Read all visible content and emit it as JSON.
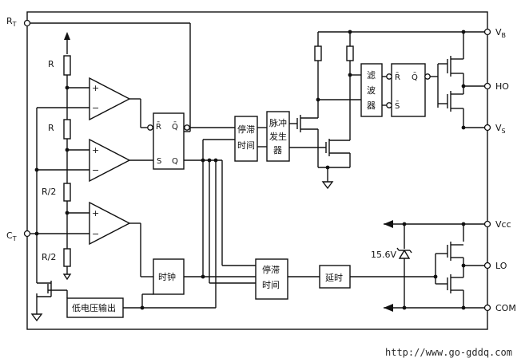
{
  "pins": {
    "rt": "R",
    "rt_sub": "T",
    "ct": "C",
    "ct_sub": "T",
    "vb": "V",
    "vb_sub": "B",
    "ho": "HO",
    "vs": "V",
    "vs_sub": "S",
    "vcc": "Vcc",
    "lo": "LO",
    "com": "COM"
  },
  "resistors": {
    "r1": "R",
    "r2": "R",
    "r3": "R/2",
    "r4": "R/2"
  },
  "opamp_signs": {
    "plus": "+",
    "minus": "−"
  },
  "flipflop1": {
    "rbar": "R̄",
    "qbar": "Q̄",
    "s": "S",
    "q": "Q"
  },
  "flipflop2": {
    "rbar": "R̄",
    "qbar": "Q̄",
    "sbar": "S̄"
  },
  "blocks": {
    "deadtime_top_1": "停滞",
    "deadtime_top_2": "时间",
    "pulse_gen_1": "脉冲",
    "pulse_gen_2": "发生",
    "pulse_gen_3": "器",
    "filter_1": "滤",
    "filter_2": "波",
    "filter_3": "器",
    "clock": "时钟",
    "deadtime_bot_1": "停滞",
    "deadtime_bot_2": "时间",
    "delay": "延时",
    "undervoltage": "低电压输出"
  },
  "zener_label": "15.6V",
  "watermark": "http://www.go-gddq.com"
}
